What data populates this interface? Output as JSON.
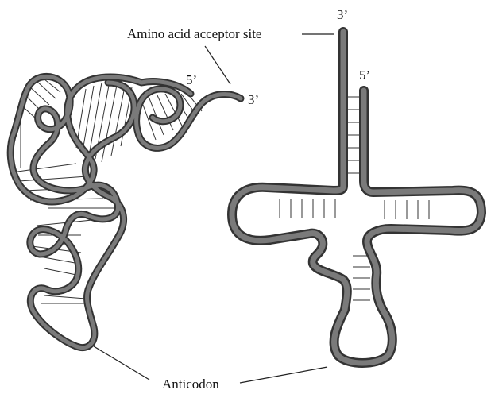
{
  "labels": {
    "acceptor": "Amino acid acceptor site",
    "anticodon": "Anticodon",
    "left_five_prime": "5’",
    "left_three_prime": "3’",
    "right_three_prime": "3’",
    "right_five_prime": "5’"
  },
  "colors": {
    "strand_outline": "#333333",
    "strand_fill": "#7a7a7a",
    "rung": "#333333",
    "text": "#111111",
    "background": "#ffffff"
  }
}
